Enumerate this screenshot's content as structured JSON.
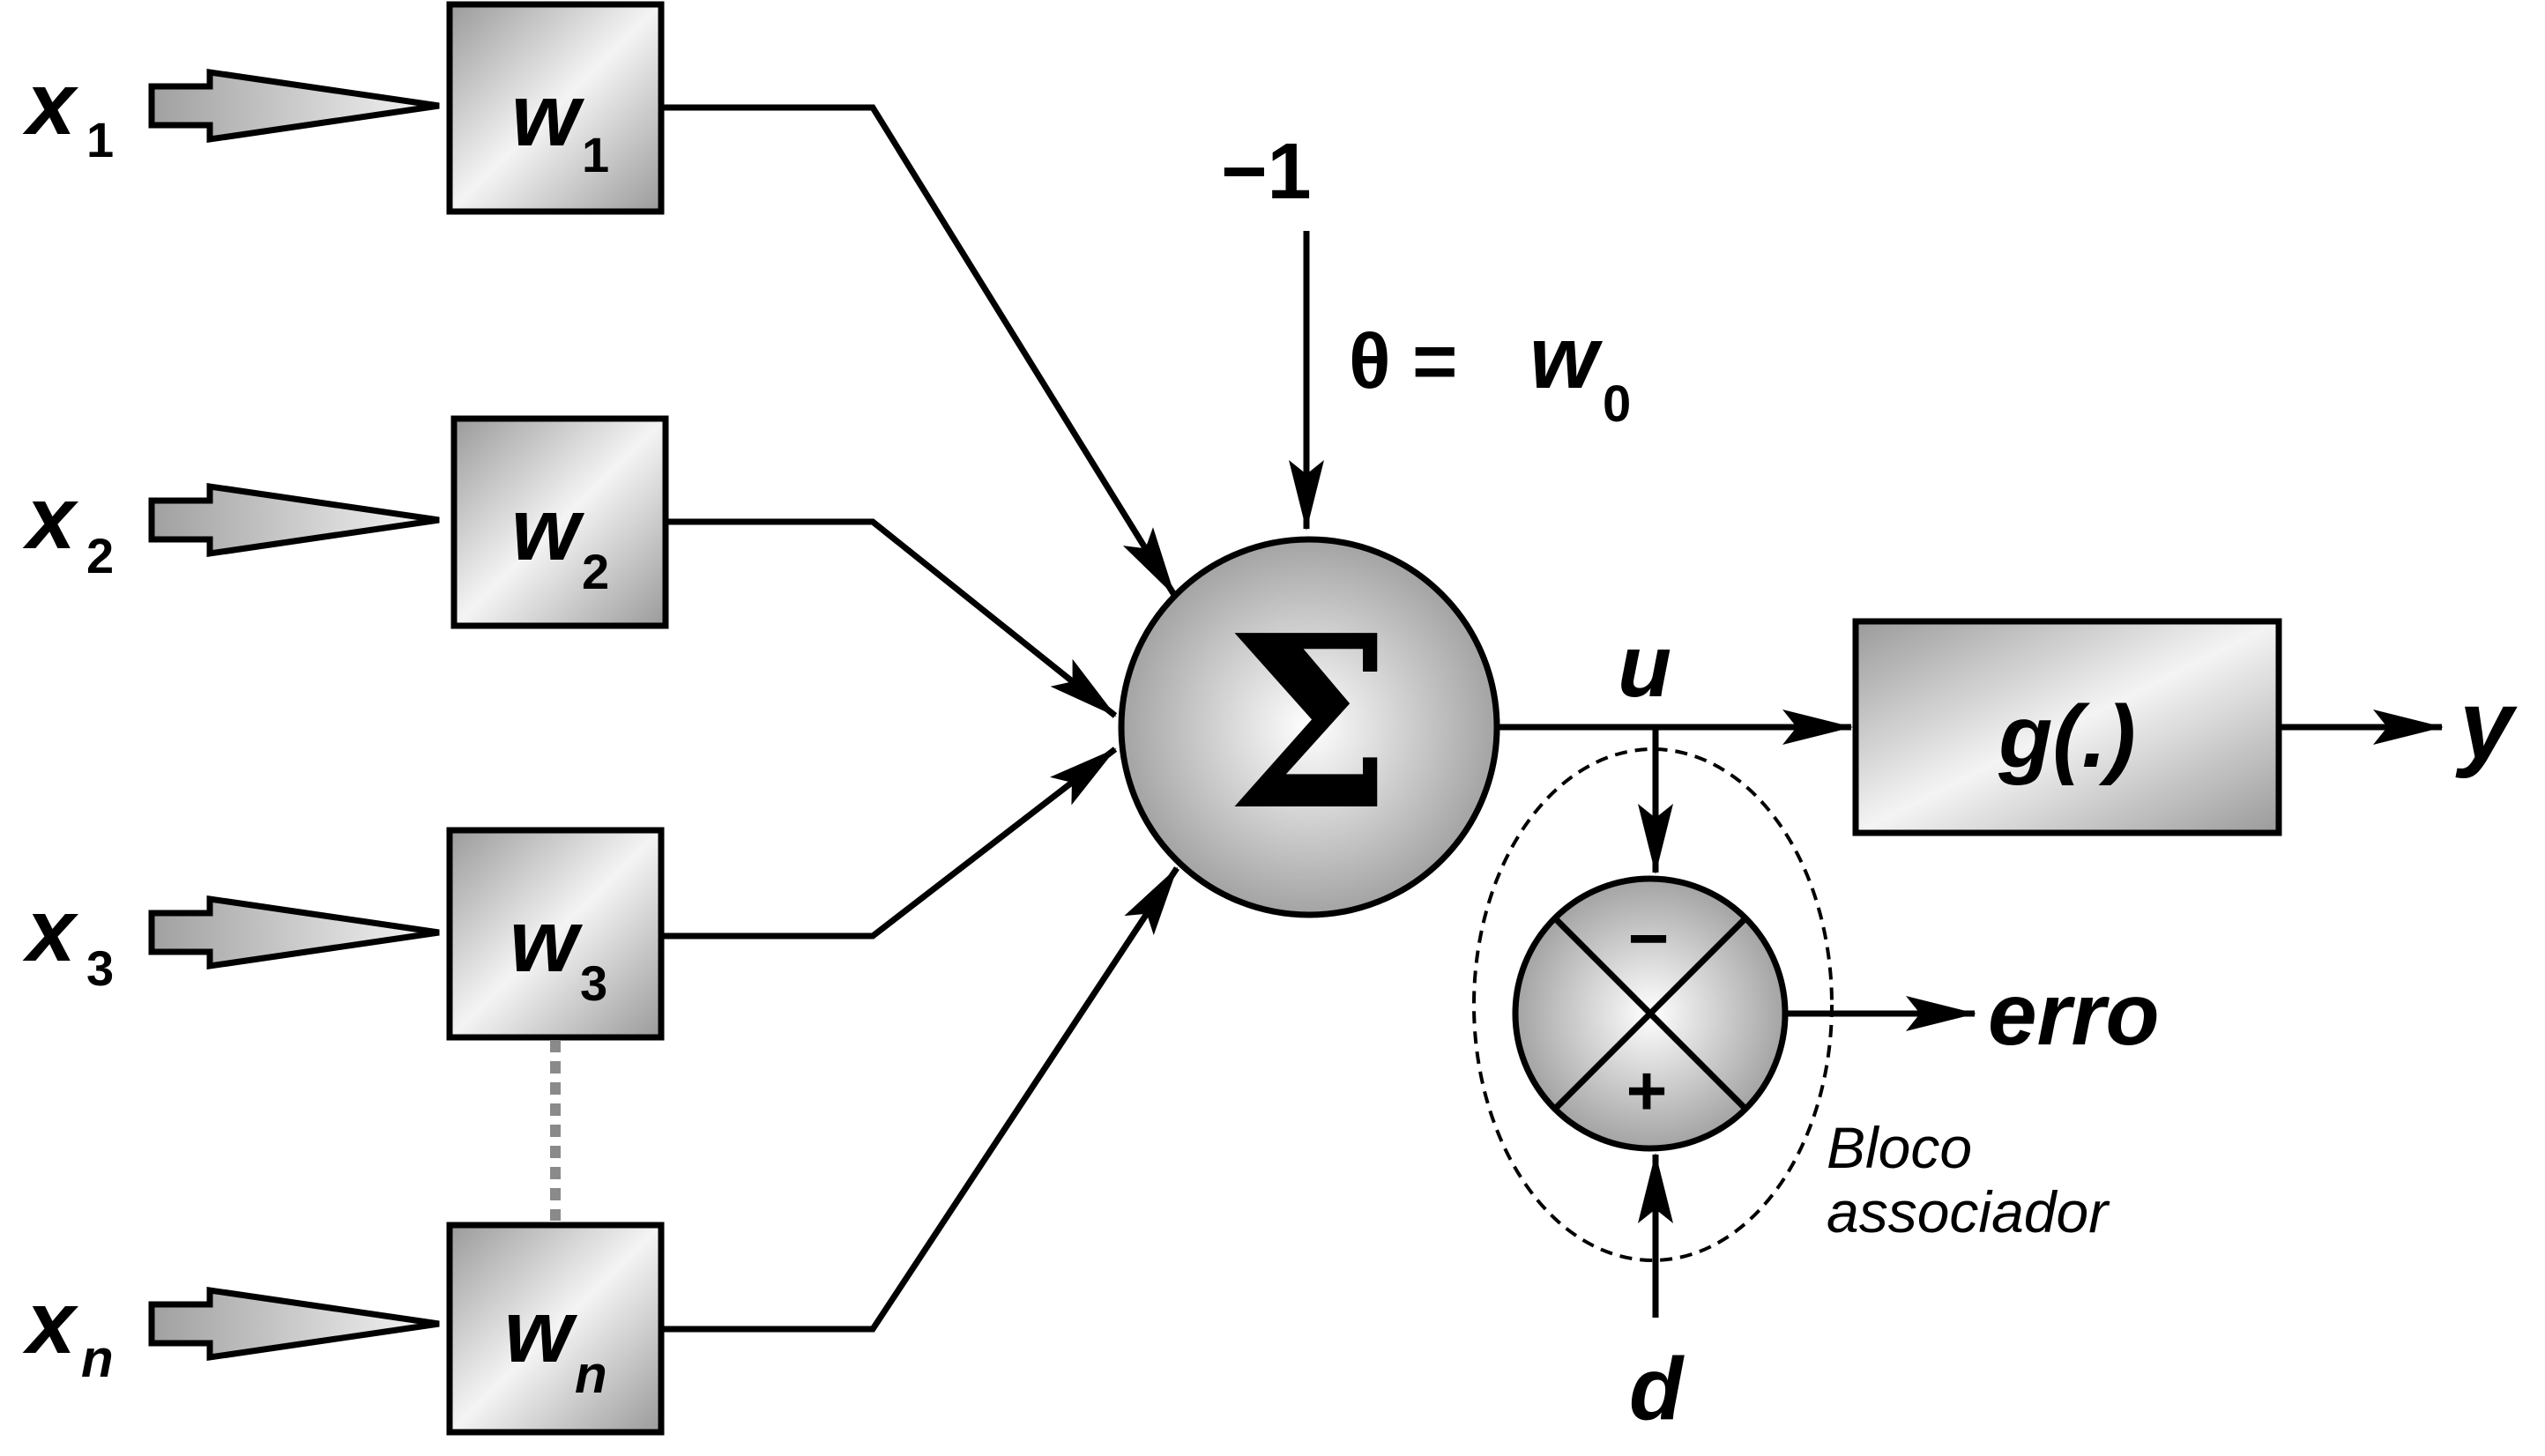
{
  "inputs": [
    {
      "var": "x",
      "sub": "1",
      "weight_var": "w",
      "weight_sub": "1"
    },
    {
      "var": "x",
      "sub": "2",
      "weight_var": "w",
      "weight_sub": "2"
    },
    {
      "var": "x",
      "sub": "3",
      "weight_var": "w",
      "weight_sub": "3"
    },
    {
      "var": "x",
      "sub": "n",
      "weight_var": "w",
      "weight_sub": "n"
    }
  ],
  "bias": {
    "input": "−1",
    "theta_eq": "θ = ",
    "weight_var": "w",
    "weight_sub": "0"
  },
  "summation": {
    "symbol": "Σ"
  },
  "activation": {
    "label": "g(.)"
  },
  "signals": {
    "u": "u",
    "y": "y",
    "d": "d",
    "erro": "erro"
  },
  "comparator": {
    "minus": "−",
    "plus": "+"
  },
  "associator": {
    "line1": "Bloco",
    "line2": "associador"
  }
}
